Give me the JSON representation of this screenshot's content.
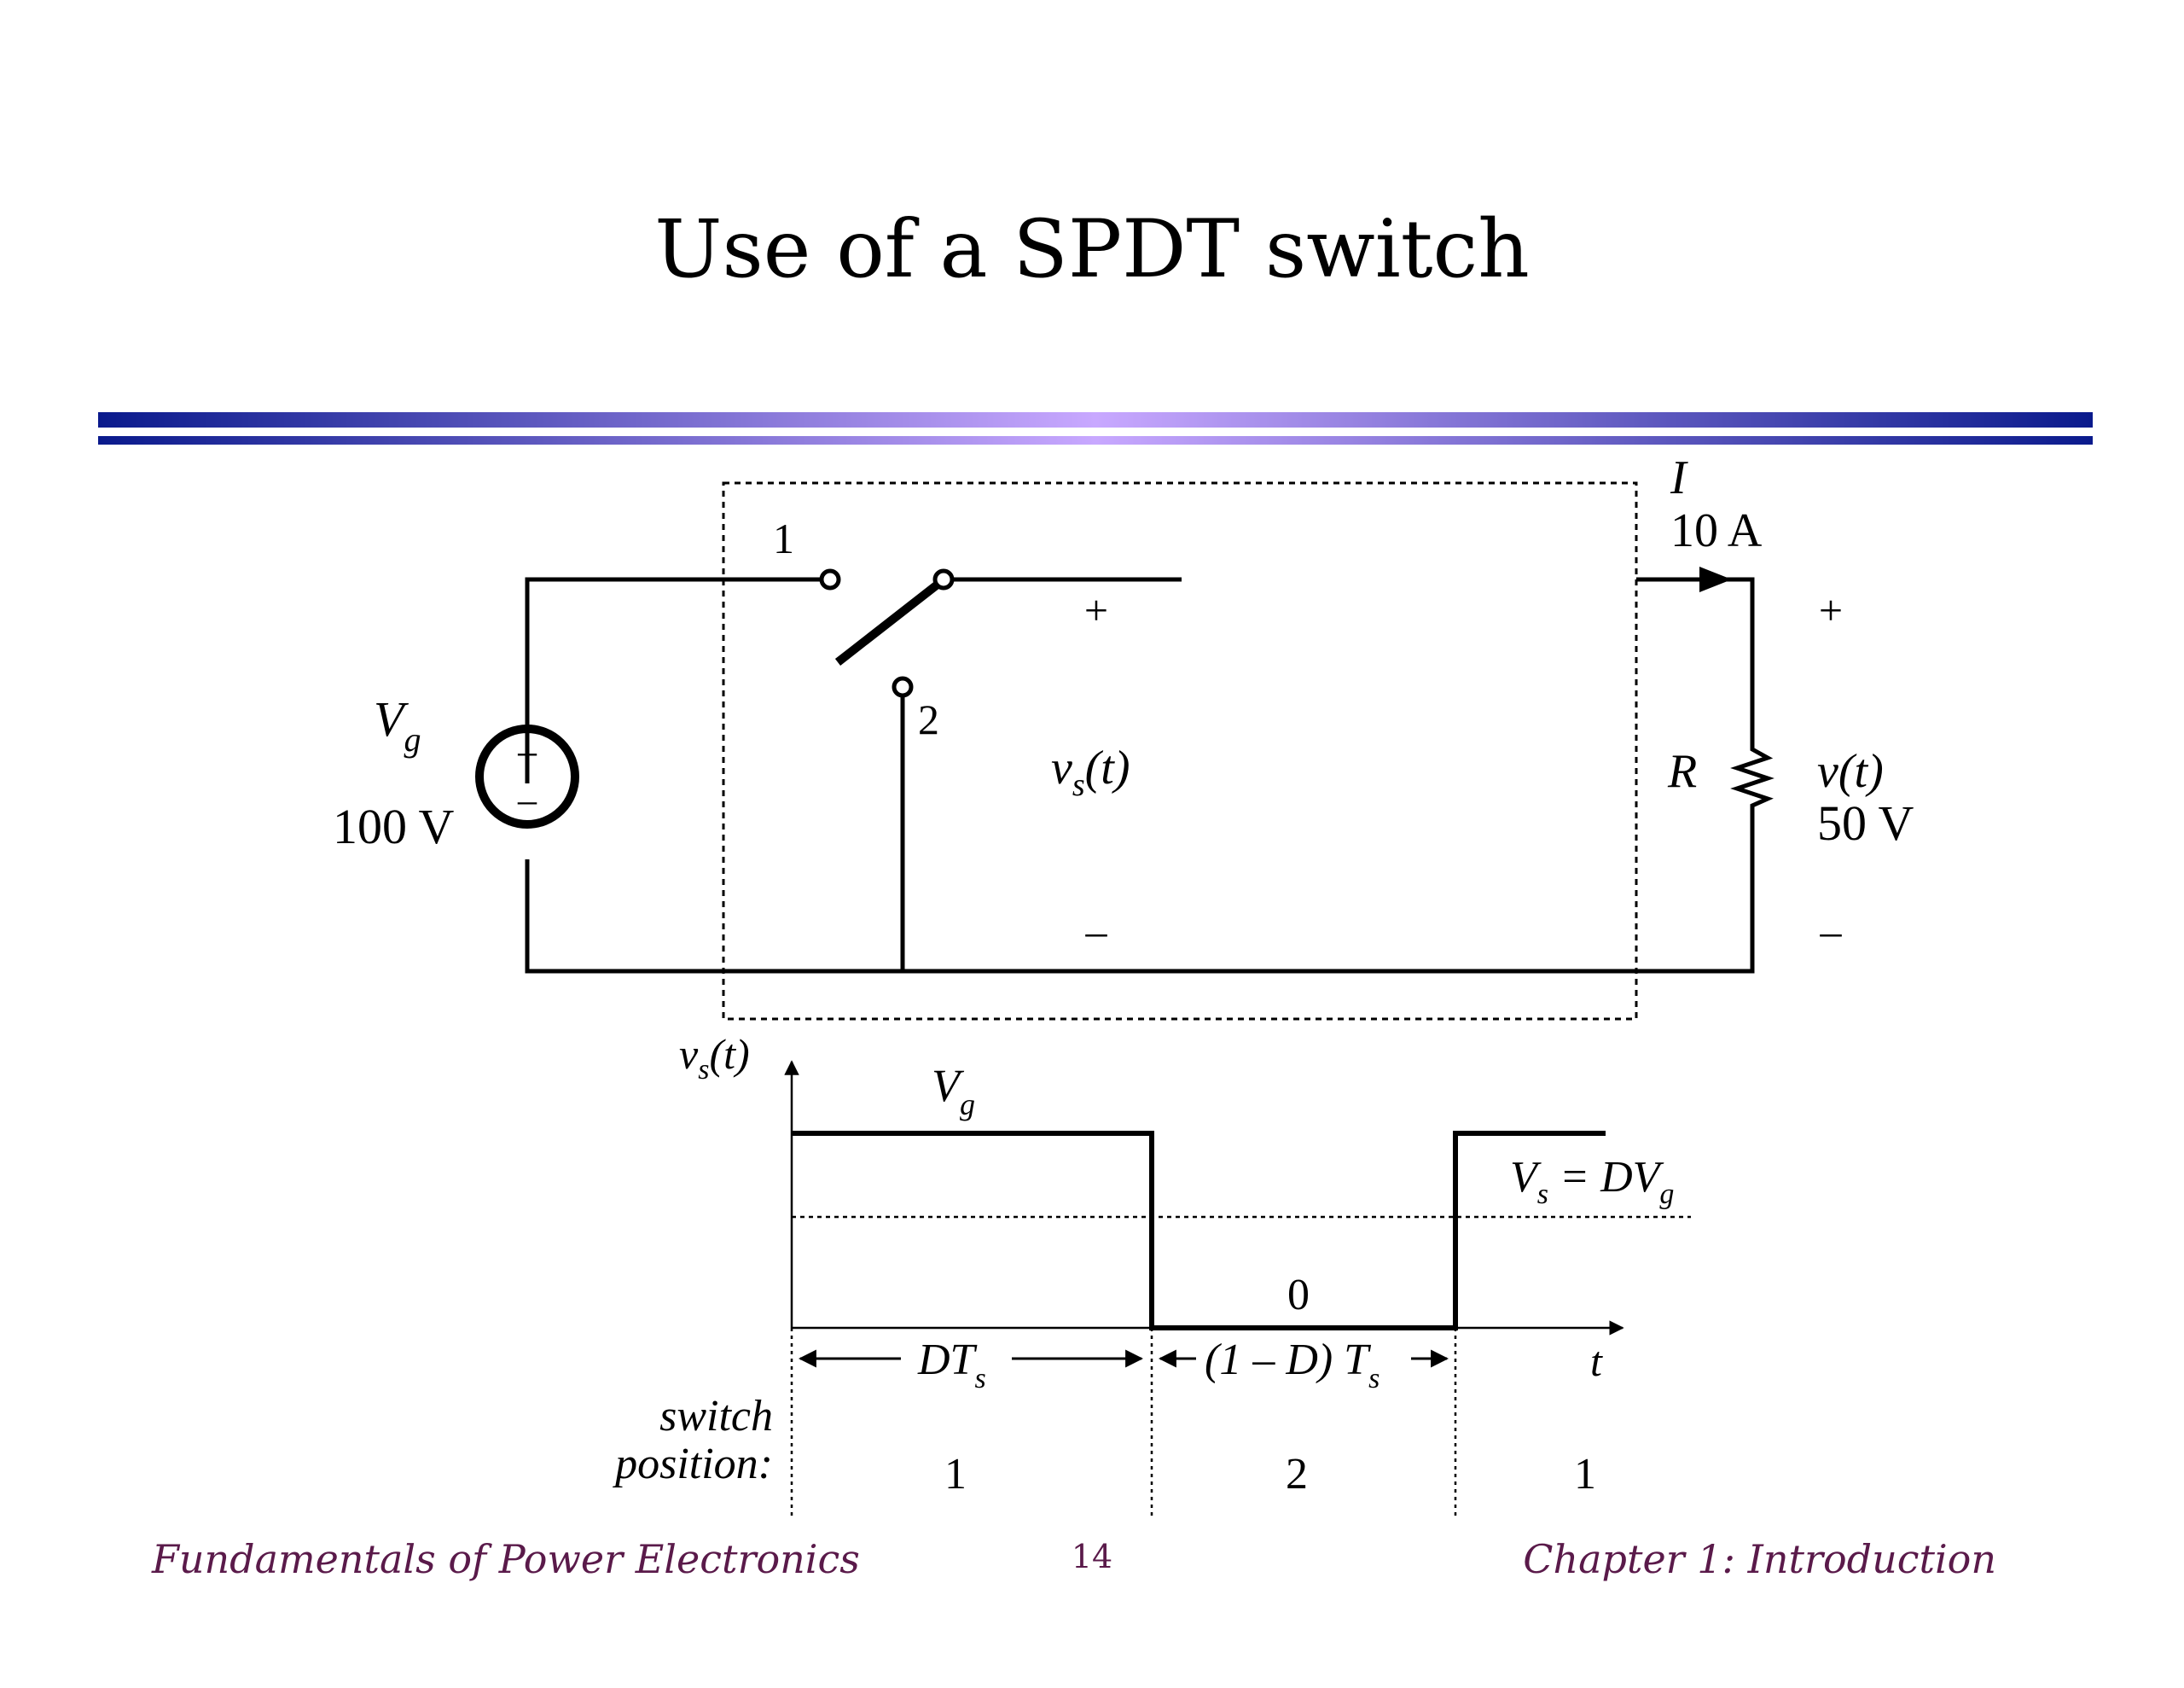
{
  "slide": {
    "title": "Use of a SPDT switch",
    "footer_left": "Fundamentals of Power Electronics",
    "page_number": "14",
    "footer_right": "Chapter 1: Introduction"
  },
  "circuit": {
    "source_symbol": "V",
    "source_symbol_sub": "g",
    "source_value": "100 V",
    "source_plus": "+",
    "source_minus": "–",
    "switch_pos1": "1",
    "switch_pos2": "2",
    "vs_plus": "+",
    "vs_minus": "–",
    "vs_label": "v",
    "vs_label_sub": "s",
    "vs_label_arg": "(t)",
    "current_symbol": "I",
    "current_value": "10 A",
    "resistor_label": "R",
    "out_plus": "+",
    "out_minus": "–",
    "out_label": "v(t)",
    "out_value": "50 V"
  },
  "waveform": {
    "y_axis_label": "v",
    "y_axis_label_sub": "s",
    "y_axis_label_arg": "(t)",
    "high_label": "V",
    "high_label_sub": "g",
    "zero_label": "0",
    "avg_label_lhs": "V",
    "avg_label_lhs_sub": "s",
    "avg_label_eq": " = DV",
    "avg_label_rhs_sub": "g",
    "t_label": "t",
    "interval1_label": "DT",
    "interval1_sub": "s",
    "interval2_label": "(1 – D) T",
    "interval2_sub": "s",
    "switch_position_label_1": "switch",
    "switch_position_label_2": "position:",
    "positions": [
      "1",
      "2",
      "1"
    ]
  }
}
